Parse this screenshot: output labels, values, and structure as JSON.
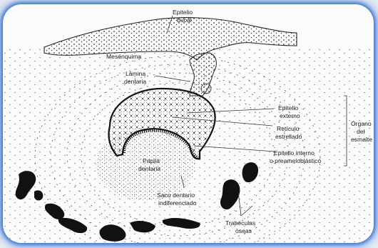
{
  "labels": {
    "epitelio_bucal_1": "Epitelio",
    "epitelio_bucal_2": "bucal",
    "mesenquima": "Mesénquima",
    "lamina_1": "Lámina",
    "lamina_2": "dentaria",
    "epitelio_externo_1": "Epitelio",
    "epitelio_externo_2": "externo",
    "reticulo_1": "Retículo",
    "reticulo_2": "estrellado",
    "epitelio_interno_1": "Epitelio interno",
    "epitelio_interno_2": "o preameloblástico",
    "papila_1": "Papila",
    "papila_2": "dentaria",
    "saco_1": "Saco dentario",
    "saco_2": "indiferenciado",
    "trabeculas_1": "Trabéculas",
    "trabeculas_2": "óseas",
    "organo_1": "Órgano",
    "organo_2": "del",
    "organo_3": "esmalte"
  }
}
